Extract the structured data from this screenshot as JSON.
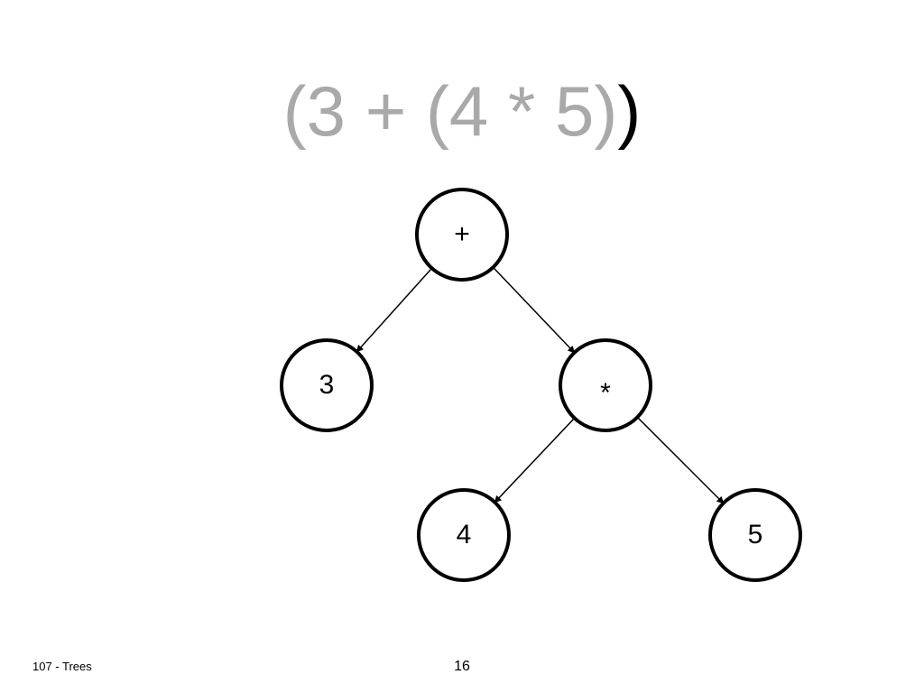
{
  "slide": {
    "title_main": "(3 + (4 * 5)",
    "title_last": ")",
    "footer_left": "107 - Trees",
    "page_number": "16",
    "colors": {
      "title_gray": "#a9a9a9",
      "title_highlight": "#000000",
      "node_stroke": "#000000",
      "edge": "#000000"
    }
  },
  "tree": {
    "nodes": [
      {
        "id": "plus",
        "label": "+"
      },
      {
        "id": "three",
        "label": "3"
      },
      {
        "id": "times",
        "label": "*"
      },
      {
        "id": "four",
        "label": "4"
      },
      {
        "id": "five",
        "label": "5"
      }
    ],
    "edges": [
      {
        "from": "plus",
        "to": "three"
      },
      {
        "from": "plus",
        "to": "times"
      },
      {
        "from": "times",
        "to": "four"
      },
      {
        "from": "times",
        "to": "five"
      }
    ]
  }
}
